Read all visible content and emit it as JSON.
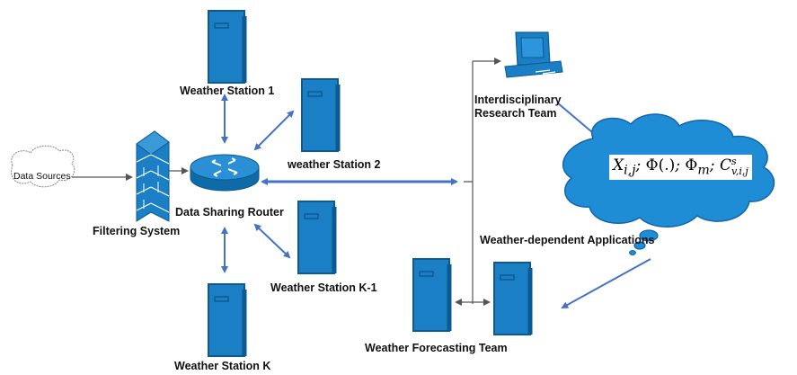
{
  "colors": {
    "server_fill": "#1a7fc4",
    "server_dark": "#0d5a91",
    "arrow": "#4472c4",
    "cloud_fill": "#1f8cd6",
    "connector": "#555555",
    "firewall": "#1a7fc4"
  },
  "icons": {
    "server": "server-tower-icon",
    "router": "router-icon",
    "firewall": "firewall-icon",
    "workstation": "desktop-computer-icon",
    "source_cloud": "cloud-icon",
    "thought_cloud": "thought-cloud-icon"
  },
  "labels": {
    "data_sources": "Data Sources",
    "filtering_system": "Filtering System",
    "router": "Data Sharing Router",
    "station_1": "Weather Station 1",
    "station_2": "weather Station 2",
    "station_k1": "Weather Station K-1",
    "station_k": "Weather Station K",
    "research_line1": "Interdisciplinary",
    "research_line2": "Research Team",
    "applications": "Weather-dependent Applications",
    "forecasting": "Weather Forecasting Team"
  },
  "formula": {
    "x": "X",
    "x_sub": "i,j",
    "phi_call": "Φ(.)",
    "phi_m": "Φ",
    "phi_m_sub": "m",
    "c": "C",
    "c_sup": "s",
    "c_sub": "v,i,j",
    "separator": ";"
  }
}
